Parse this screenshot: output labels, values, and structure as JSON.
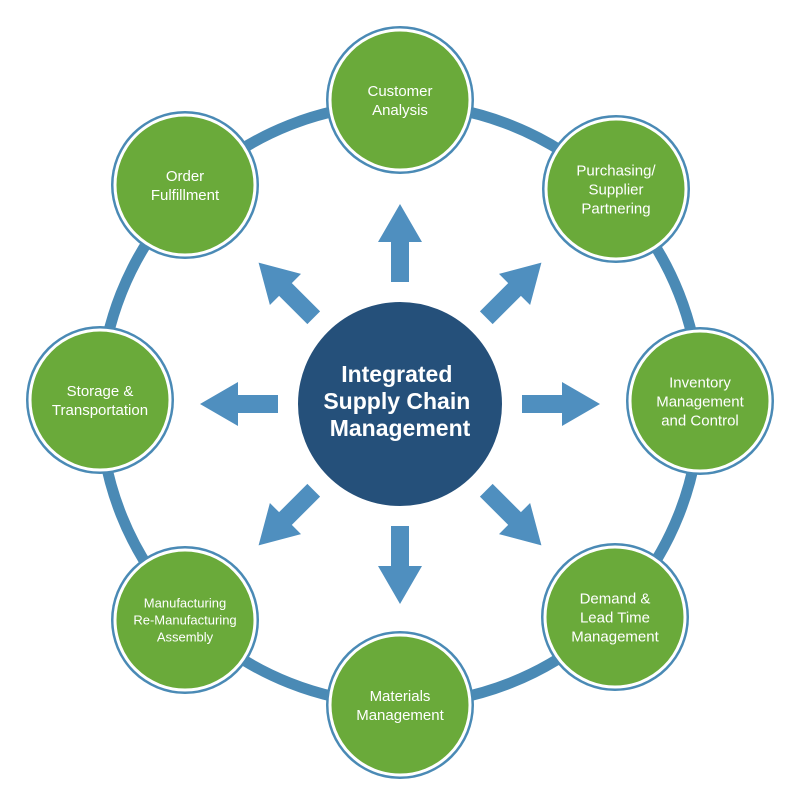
{
  "colors": {
    "ring": "#4a8ab5",
    "arrow": "#4f8fbf",
    "node_fill": "#6aaa3a",
    "node_border": "#ffffff",
    "center_fill": "#25507a",
    "text": "#ffffff"
  },
  "center": {
    "lines": [
      "Integrated",
      "Supply Chain",
      "Management"
    ]
  },
  "nodes": [
    {
      "id": "customer-analysis",
      "lines": [
        "Customer",
        "Analysis"
      ]
    },
    {
      "id": "purchasing-supplier-partnering",
      "lines": [
        "Purchasing/",
        "Supplier",
        "Partnering"
      ]
    },
    {
      "id": "inventory-management-control",
      "lines": [
        "Inventory",
        "Management",
        "and Control"
      ]
    },
    {
      "id": "demand-lead-time-management",
      "lines": [
        "Demand &",
        "Lead Time",
        "Management"
      ]
    },
    {
      "id": "materials-management",
      "lines": [
        "Materials",
        "Management"
      ]
    },
    {
      "id": "manufacturing-remanufacturing-assembly",
      "lines": [
        "Manufacturing",
        "Re-Manufacturing",
        "Assembly"
      ]
    },
    {
      "id": "storage-transportation",
      "lines": [
        "Storage &",
        "Transportation"
      ]
    },
    {
      "id": "order-fulfillment",
      "lines": [
        "Order",
        "Fulfillment"
      ]
    }
  ],
  "arrow_icon": "arrow-outward-icon"
}
